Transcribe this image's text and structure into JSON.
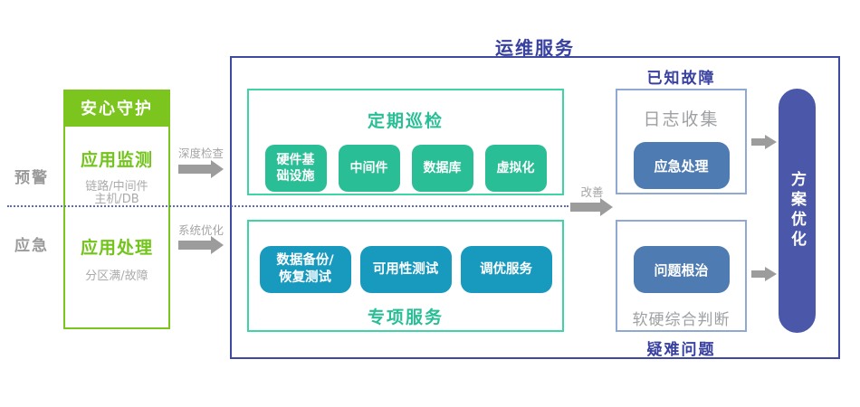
{
  "side_labels": {
    "warning": "预警",
    "emergency": "应急"
  },
  "guard_panel": {
    "header": "安心守护",
    "monitoring_title": "应用监测",
    "monitoring_sub1": "链路/中间件",
    "monitoring_sub2": "主机/DB",
    "handling_title": "应用处理",
    "handling_sub": "分区满/故障"
  },
  "flow_labels": {
    "deep_check": "深度检查",
    "system_optimize": "系统优化",
    "improve": "改善"
  },
  "ops_panel": {
    "title": "运维服务",
    "inspection": {
      "title": "定期巡检",
      "items": [
        "硬件基\n础设施",
        "中间件",
        "数据库",
        "虚拟化"
      ]
    },
    "special": {
      "title": "专项服务",
      "items": [
        "数据备份/\n恢复测试",
        "可用性测试",
        "调优服务"
      ]
    }
  },
  "known_fault": {
    "label": "已知故障",
    "box_title": "日志收集",
    "button": "应急处理"
  },
  "difficult_problem": {
    "label": "疑难问题",
    "button": "问题根治",
    "note": "软硬综合判断"
  },
  "solution": {
    "pill": "方案优化"
  },
  "colors": {
    "lime": "#7CC51E",
    "lime_text": "#72C41A",
    "emerald": "#29BE95",
    "emerald_border": "#40D3A6",
    "teal": "#1899BE",
    "steel_blue": "#4E7BB2",
    "steel_border": "#8FA9D3",
    "indigo_title": "#3841A0",
    "indigo_frame": "#3F49A2",
    "pill_indigo": "#4B57A8",
    "gray_label": "#9B9B9B",
    "gray_note": "#9EA0A3",
    "arrow_gray": "#9C9C9C",
    "dotted_blue": "#5A6BC2"
  }
}
